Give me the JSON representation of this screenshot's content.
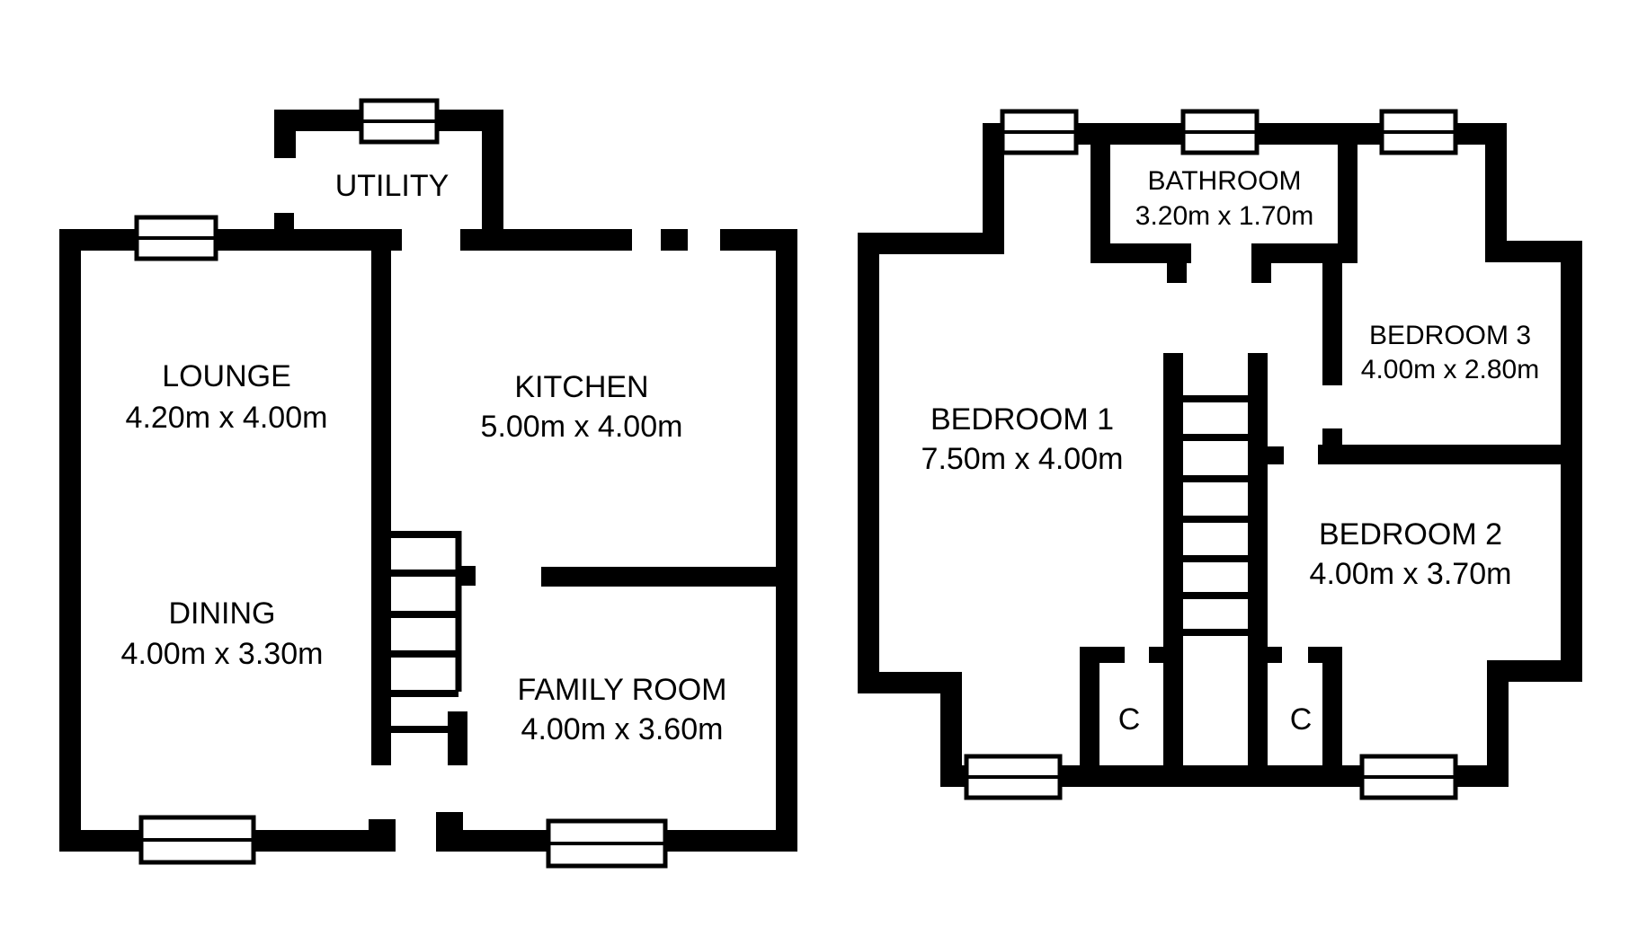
{
  "ground_floor": {
    "utility": "UTILITY",
    "lounge": {
      "name": "LOUNGE",
      "dims": "4.20m x 4.00m"
    },
    "dining": {
      "name": "DINING",
      "dims": "4.00m x 3.30m"
    },
    "kitchen": {
      "name": "KITCHEN",
      "dims": "5.00m x 4.00m"
    },
    "family_room": {
      "name": "FAMILY ROOM",
      "dims": "4.00m x 3.60m"
    }
  },
  "first_floor": {
    "bathroom": {
      "name": "BATHROOM",
      "dims": "3.20m x 1.70m"
    },
    "bedroom1": {
      "name": "BEDROOM 1",
      "dims": "7.50m x 4.00m"
    },
    "bedroom2": {
      "name": "BEDROOM 2",
      "dims": "4.00m x 3.70m"
    },
    "bedroom3": {
      "name": "BEDROOM 3",
      "dims": "4.00m x 2.80m"
    },
    "cupboard_left": "C",
    "cupboard_right": "C"
  }
}
